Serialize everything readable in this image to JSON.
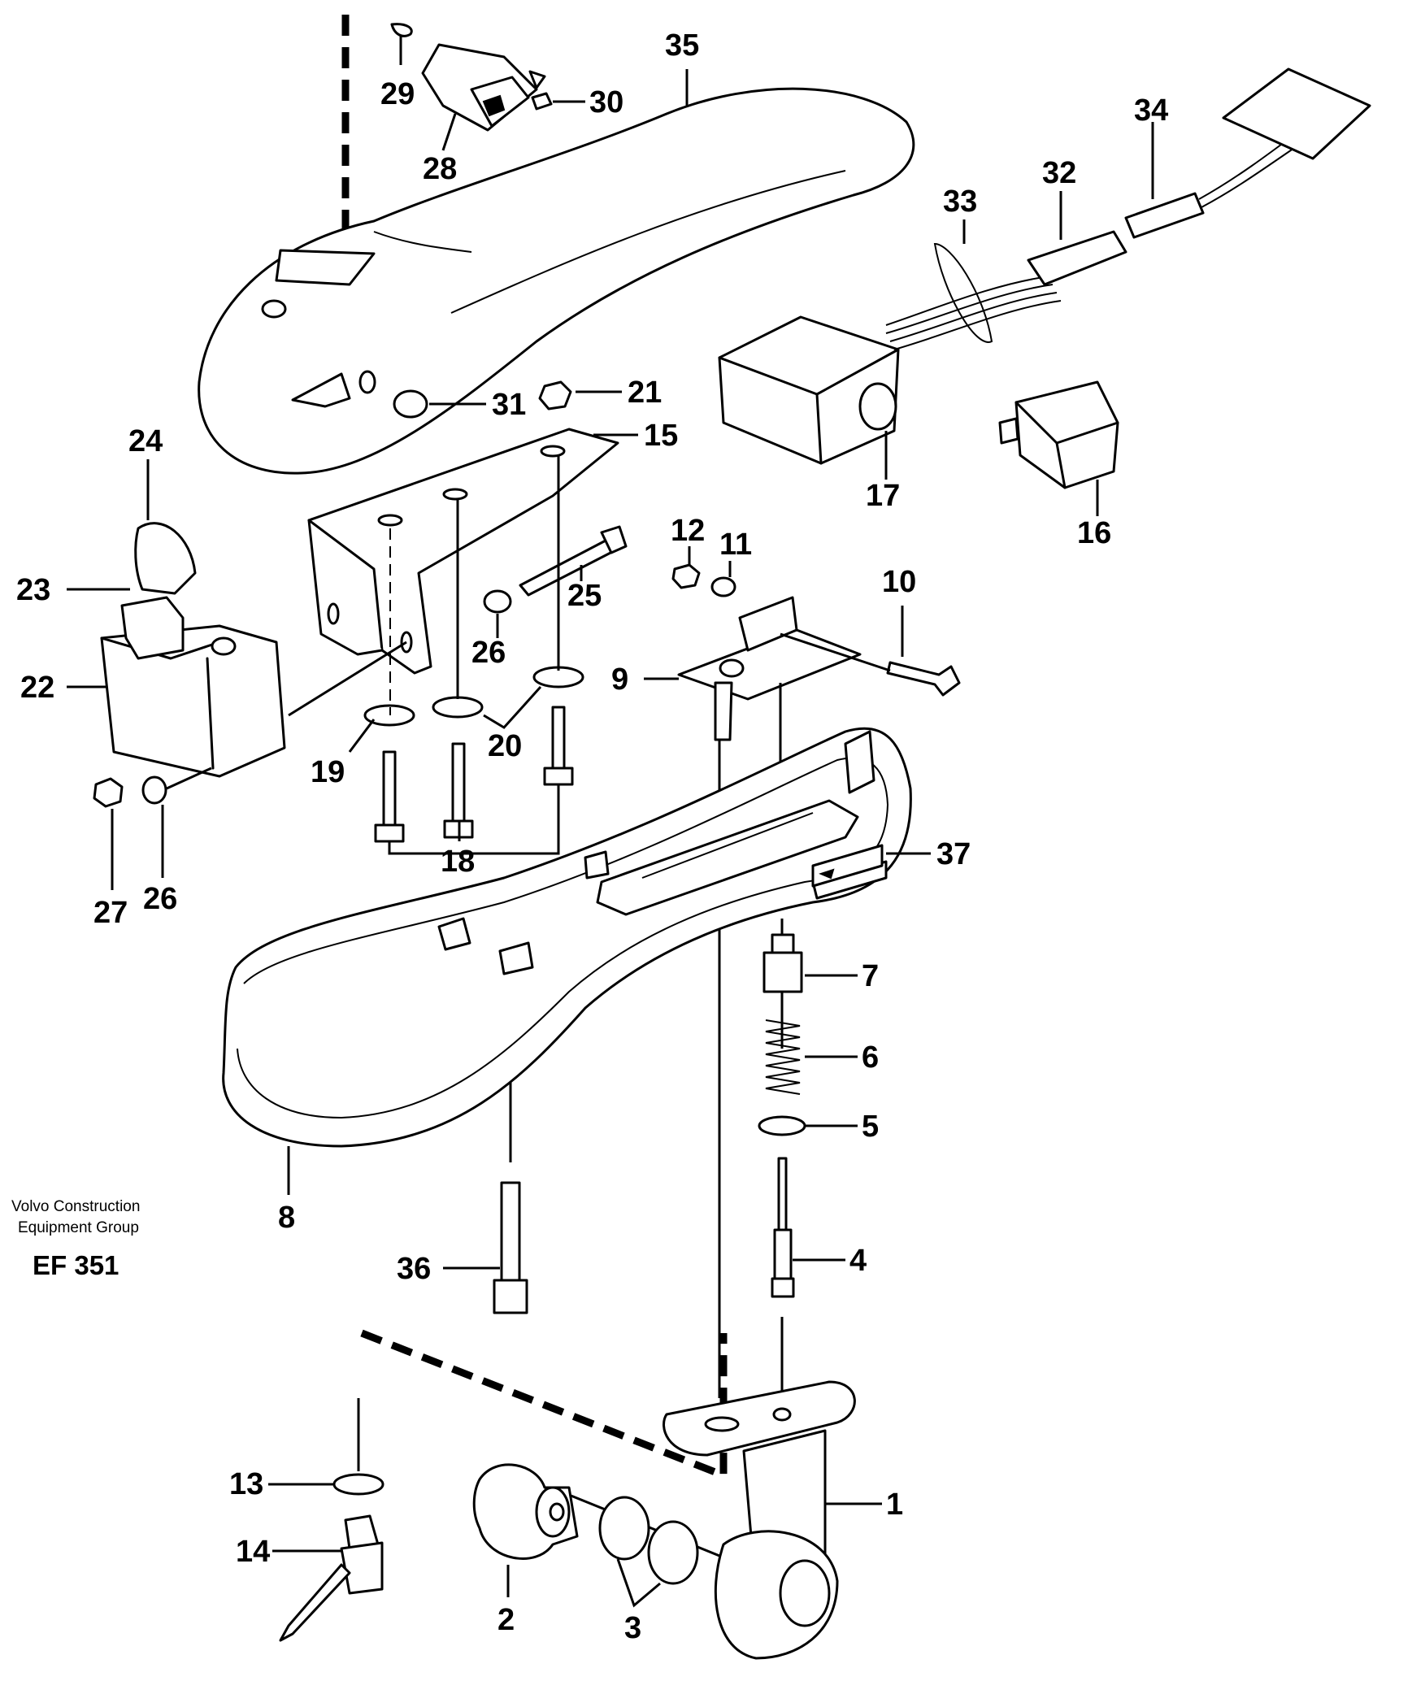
{
  "company": {
    "line1": "Volvo Construction",
    "line2": "Equipment Group"
  },
  "drawing_code": "EF 351",
  "callouts": [
    "1",
    "2",
    "3",
    "4",
    "5",
    "6",
    "7",
    "8",
    "9",
    "10",
    "11",
    "12",
    "13",
    "14",
    "15",
    "16",
    "17",
    "18",
    "19",
    "20",
    "21",
    "22",
    "23",
    "24",
    "25",
    "26",
    "27",
    "28",
    "29",
    "30",
    "31",
    "32",
    "33",
    "34",
    "35",
    "36",
    "37"
  ],
  "callout_26_second": "26",
  "icons": [
    "switch-housing",
    "armrest-cover",
    "armrest-base",
    "bracket",
    "plate",
    "relay",
    "control-unit",
    "cable-harness",
    "connector",
    "bolt",
    "washer",
    "nut",
    "spring",
    "spacer",
    "pin",
    "mount-arm",
    "plug",
    "o-ring",
    "knob",
    "lever"
  ]
}
